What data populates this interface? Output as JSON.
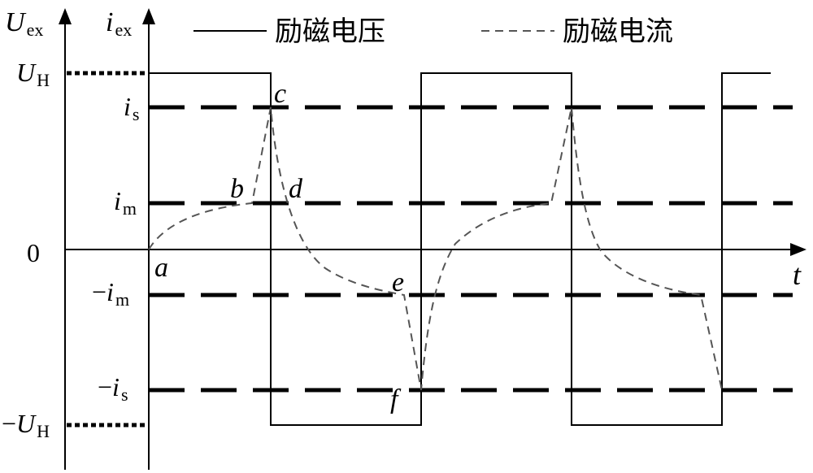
{
  "axes": {
    "y_left_main": "U",
    "y_left_sub": "ex",
    "y_right_main": "i",
    "y_right_sub": "ex",
    "x_label": "t"
  },
  "legend": {
    "voltage": "励磁电压",
    "current": "励磁电流"
  },
  "levels": {
    "UH_main": "U",
    "UH_sub": "H",
    "is_main": "i",
    "is_sub": "s",
    "im_main": "i",
    "im_sub": "m",
    "zero": "0",
    "neg_im_prefix": "−",
    "neg_im_main": "i",
    "neg_im_sub": "m",
    "neg_is_prefix": "−",
    "neg_is_main": "i",
    "neg_is_sub": "s",
    "neg_UH_prefix": "−",
    "neg_UH_main": "U",
    "neg_UH_sub": "H"
  },
  "points": {
    "a": "a",
    "b": "b",
    "c": "c",
    "d": "d",
    "e": "e",
    "f": "f"
  },
  "colors": {
    "axis": "#000000",
    "voltage": "#000000",
    "current": "#555555",
    "levels": "#000000"
  }
}
